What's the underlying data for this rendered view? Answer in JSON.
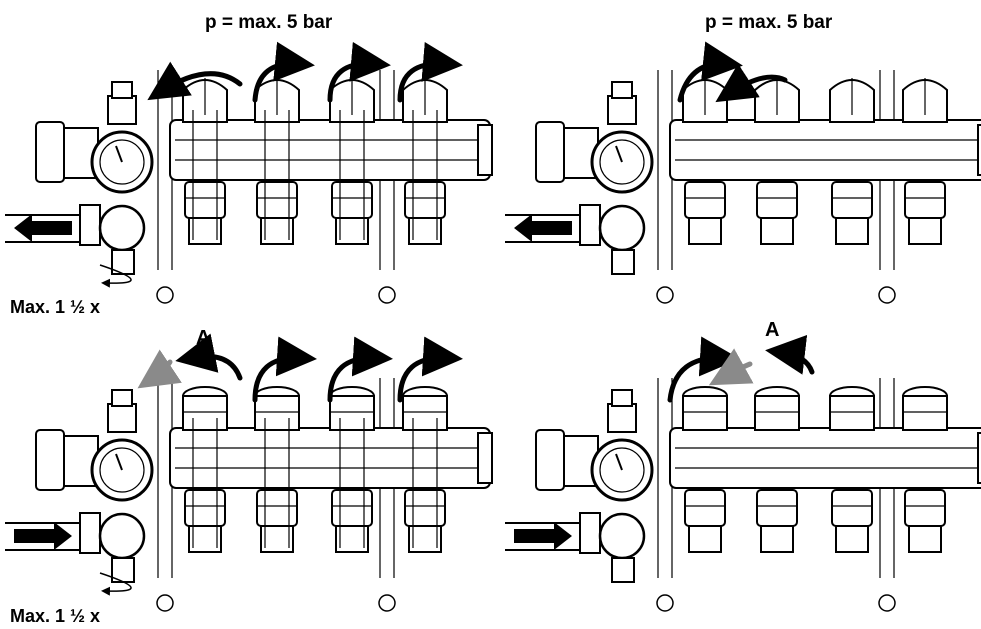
{
  "panels": [
    {
      "pressure_label": "p = max. 5 bar",
      "turn_label": "Max. 1 ½ x",
      "marker": "A"
    },
    {
      "pressure_label": "p = max. 5 bar",
      "marker": "A"
    }
  ],
  "colors": {
    "line": "#000000",
    "fill": "#ffffff",
    "hint_arrow": "#8a8a8a"
  }
}
